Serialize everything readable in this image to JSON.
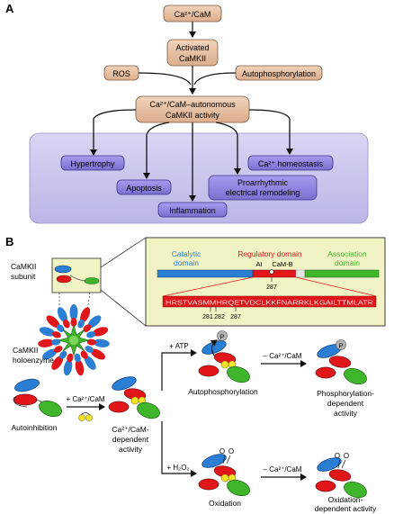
{
  "panel_a": {
    "label": "A",
    "top_box": "Ca²⁺/CaM",
    "activated_line1": "Activated",
    "activated_line2": "CaMKII",
    "ros": "ROS",
    "autophos": "Autophosphorylation",
    "autonomous_line1": "Ca²⁺/CaM–autonomous",
    "autonomous_line2": "CaMKII activity",
    "outcomes": {
      "hypertrophy": "Hypertrophy",
      "apoptosis": "Apoptosis",
      "inflammation": "Inflammation",
      "proarrhythmic_line1": "Proarrhythmic",
      "proarrhythmic_line2": "electrical remodeling",
      "ca_homeostasis": "Ca²⁺ homeostasis"
    }
  },
  "panel_b": {
    "label": "B",
    "subunit_line1": "CaMKII",
    "subunit_line2": "subunit",
    "holo_line1": "CaMKII",
    "holo_line2": "holoenzyme",
    "catalytic_line1": "Catalytic",
    "catalytic_line2": "domain",
    "regulatory": "Regulatory domain",
    "ai": "AI",
    "camb": "CaM-B",
    "association_line1": "Association",
    "association_line2": "domain",
    "residue_287_top": "287",
    "sequence": "HRSTVASMMHRQETVDCLKKFNARRKLKGAILTTMLATR",
    "residue_281": "281",
    "residue_282": "282",
    "residue_287_bottom": "287",
    "plus_atp": "+ ATP",
    "plus_cacam": "+ Ca²⁺/CaM",
    "minus_cacam_1": "– Ca²⁺/CaM",
    "minus_cacam_2": "– Ca²⁺/CaM",
    "plus_h2o2": "+ H₂O₂",
    "autoinhibition": "Autoinhibition",
    "dependent_line1": "Ca²⁺/CaM-",
    "dependent_line2": "dependent",
    "dependent_line3": "activity",
    "autophosphorylation": "Autophosphorylation",
    "phos_dep_line1": "Phosphorylation-",
    "phos_dep_line2": "dependent",
    "phos_dep_line3": "activity",
    "oxidation": "Oxidation",
    "ox_dep_line1": "Oxidation-",
    "ox_dep_line2": "dependent",
    "ox_dep_line3": "activity",
    "p_label": "P",
    "o_label": "O"
  },
  "colors": {
    "box_fill": "#e8c3a6",
    "box_stroke": "#7a5a43",
    "lavender_bg": "#c9c6ec",
    "outcome_fill": "#8f84dd",
    "catalytic": "#2a7fd4",
    "regulatory": "#e0161b",
    "association": "#3fb52c",
    "zoom_fill": "#f2f3c4",
    "camp_yellow": "#f2e42a"
  }
}
